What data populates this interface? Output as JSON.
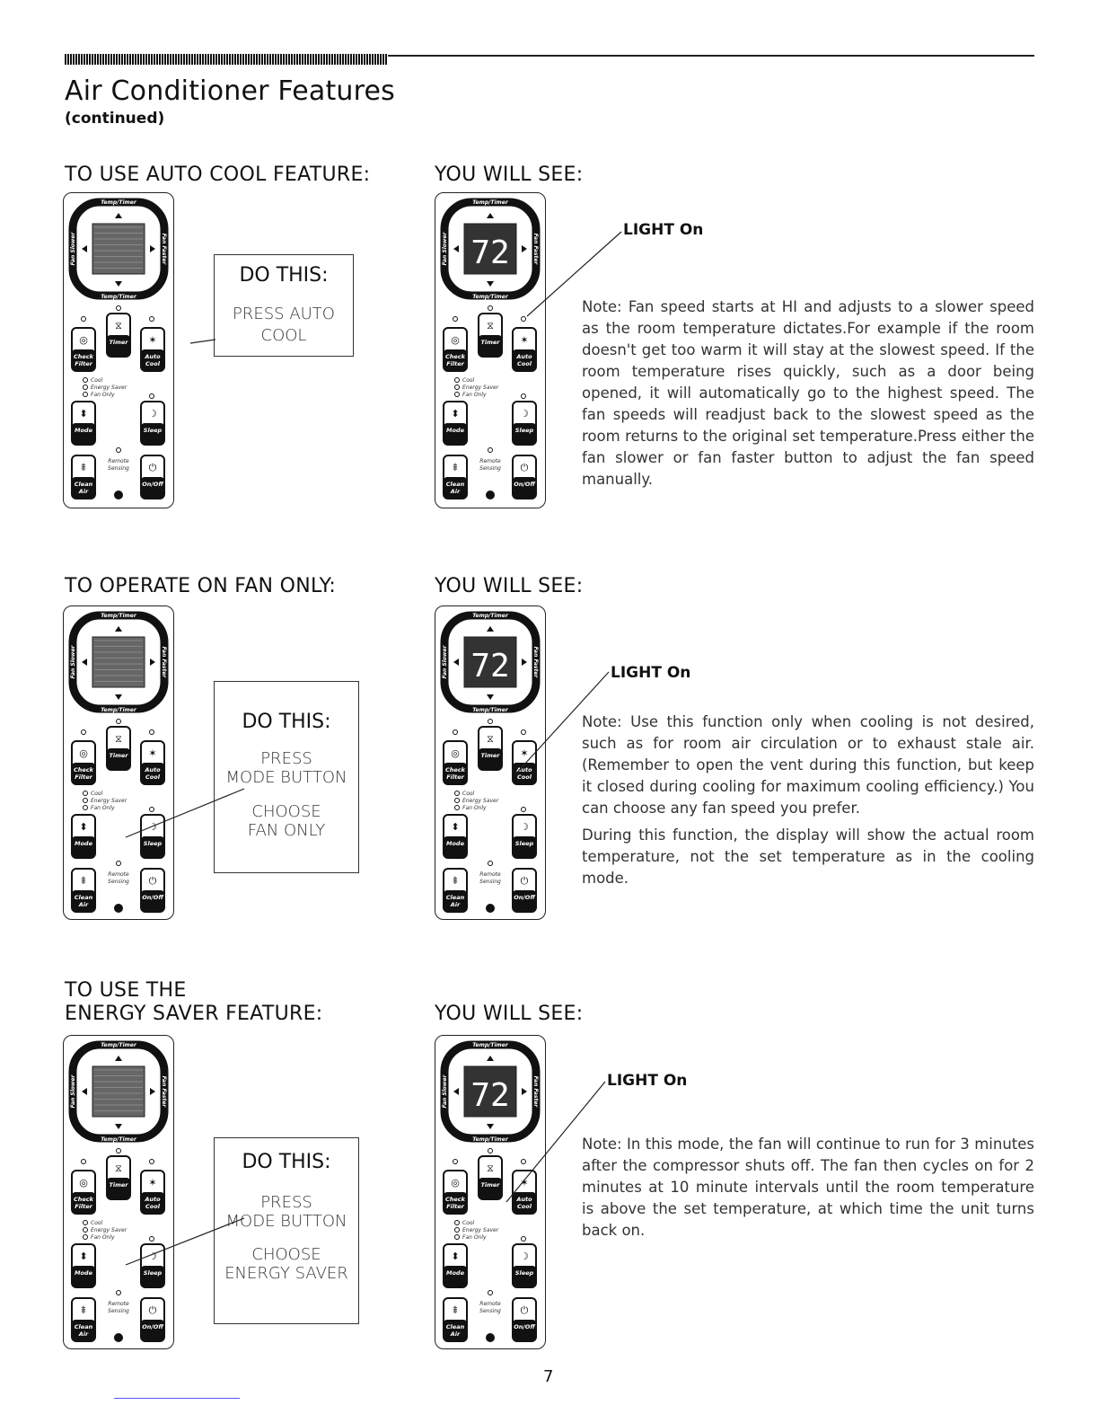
{
  "page": {
    "title": "Air Conditioner Features",
    "subtitle": "(continued)",
    "page_number": "7"
  },
  "remote_labels": {
    "temp_timer": "Temp/Timer",
    "fan_slower": "Fan Slower",
    "fan_faster": "Fan Faster",
    "timer": "Timer",
    "check": "Check",
    "filter": "Filter",
    "auto": "Auto",
    "cool_btn": "Cool",
    "mode": "Mode",
    "sleep": "Sleep",
    "clean": "Clean",
    "air": "Air",
    "on_off": "On/Off",
    "cool": "Cool",
    "energy_saver": "Energy Saver",
    "fan_only": "Fan Only",
    "remote": "Remote",
    "sensing": "Sensing",
    "display_value": "72"
  },
  "sections": [
    {
      "heading": "TO USE AUTO COOL FEATURE:",
      "see_heading": "YOU WILL SEE:",
      "do_title": "DO THIS:",
      "do_lines": [
        "PRESS AUTO",
        "COOL"
      ],
      "light": "LIGHT On",
      "notes": [
        "Note:  Fan speed starts at HI and adjusts to a slower speed as the room temperature dictates.For example if the room doesn't get too warm it will stay at the slowest speed. If the room temperature rises quickly, such as a door being opened, it will automatically go to the highest speed. The fan speeds will readjust back to the slowest speed as the room returns to the original set temperature.Press either the fan slower or fan faster button to adjust the fan speed manually."
      ]
    },
    {
      "heading": "TO OPERATE ON FAN ONLY:",
      "see_heading": "YOU WILL SEE:",
      "do_title": "DO THIS:",
      "do_lines": [
        "PRESS",
        "MODE BUTTON",
        "",
        "CHOOSE",
        "FAN ONLY"
      ],
      "light": "LIGHT On",
      "notes": [
        "Note: Use this function only when cooling is not desired, such as for room air circulation or to exhaust stale air. (Remember to open the vent during this function, but keep it closed during cooling for maximum cooling efficiency.) You can choose any fan speed you prefer.",
        "During this function, the display will show the actual room temperature, not the set temperature as in the cooling mode."
      ]
    },
    {
      "heading": "TO USE THE ENERGY SAVER FEATURE:",
      "heading_line1": "TO USE THE",
      "heading_line2": "ENERGY SAVER FEATURE:",
      "see_heading": "YOU WILL SEE:",
      "do_title": "DO THIS:",
      "do_lines": [
        "PRESS",
        "MODE BUTTON",
        "",
        "CHOOSE",
        "ENERGY SAVER"
      ],
      "light": "LIGHT On",
      "notes": [
        "Note: In this mode, the fan will continue to run for 3 minutes after the compressor shuts off. The fan then cycles on for 2 minutes at 10 minute intervals until the room temperature is above the set temperature, at which time the unit turns back on."
      ]
    }
  ]
}
